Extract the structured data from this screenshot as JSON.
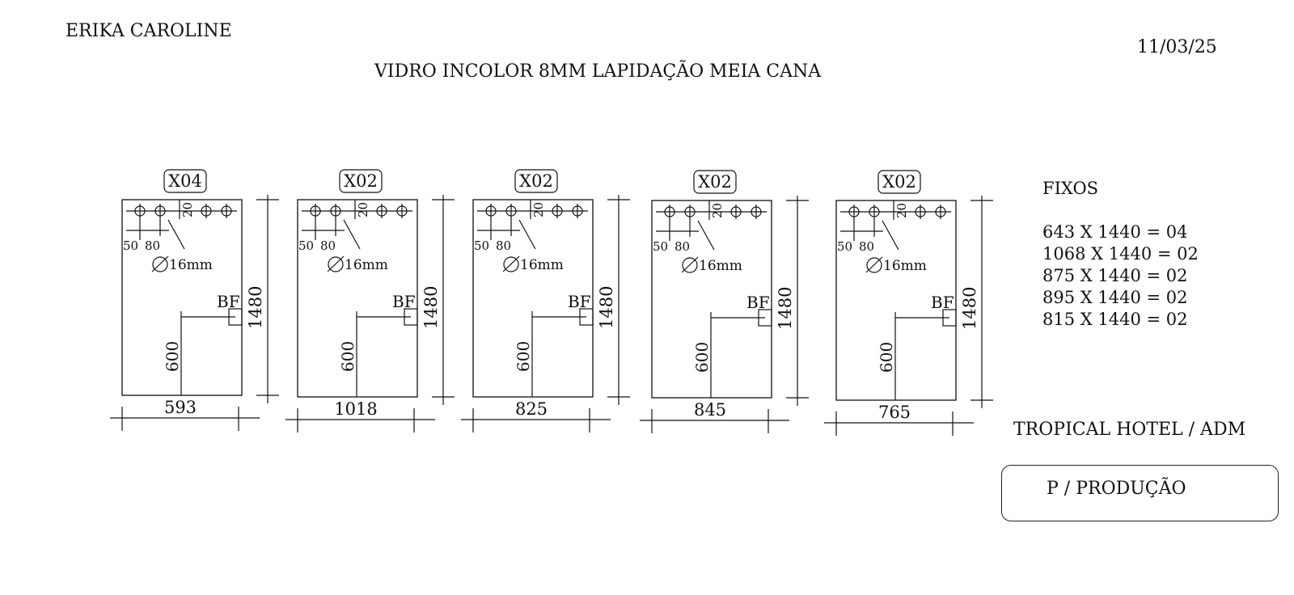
{
  "header": {
    "client": "ERIKA CAROLINE",
    "date": "11/03/25",
    "title": "VIDRO INCOLOR 8MM  LAPIDAÇÃO MEIA CANA"
  },
  "common": {
    "hole_spacing_1": "50",
    "hole_spacing_2": "80",
    "hole_offset": "20",
    "hole_diameter": "16mm",
    "fitting_label": "BF",
    "fitting_height": "600",
    "panel_height": "1480"
  },
  "panels": [
    {
      "qty": "X04",
      "width": "593"
    },
    {
      "qty": "X02",
      "width": "1018"
    },
    {
      "qty": "X02",
      "width": "825"
    },
    {
      "qty": "X02",
      "width": "845"
    },
    {
      "qty": "X02",
      "width": "765"
    }
  ],
  "fixos": {
    "title": "FIXOS",
    "items": [
      "643 X 1440 = 04",
      "1068 X 1440 = 02",
      "875 X 1440 = 02",
      "895 X 1440 = 02",
      "815 X 1440 = 02"
    ]
  },
  "footer": {
    "hotel": "TROPICAL HOTEL / ADM",
    "production": "P / PRODUÇÃO"
  }
}
